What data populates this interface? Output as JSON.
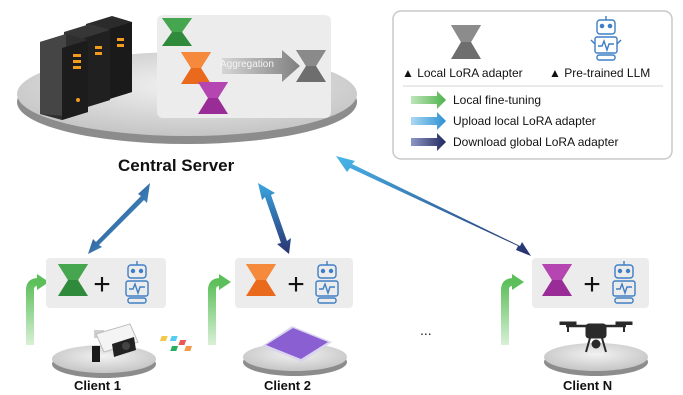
{
  "server": {
    "title": "Central Server",
    "aggregation_label": "Aggregation"
  },
  "legend": {
    "adapter_label": "▲ Local LoRA adapter",
    "llm_label": "▲ Pre-trained LLM",
    "arrows": [
      {
        "label": "Local fine-tuning",
        "color": "#5cbf5a"
      },
      {
        "label": "Upload local LoRA adapter",
        "color": "#3f9ed8"
      },
      {
        "label": "Download global LoRA adapter",
        "color": "#28306e"
      }
    ]
  },
  "clients": [
    {
      "name": "Client 1",
      "adapter_color": "#2f8a3b",
      "device": "camera-icon"
    },
    {
      "name": "Client 2",
      "adapter_color": "#ea6a1d",
      "device": "smartphone-icon"
    },
    {
      "name": "Client N",
      "adapter_color": "#9a2c98",
      "device": "drone-icon"
    }
  ],
  "ellipsis": "...",
  "plus": "+",
  "colors": {
    "global_adapter": "#7a7a7a",
    "green": "#2f8a3b",
    "orange": "#ea6a1d",
    "purple": "#9a2c98",
    "robot": "#3e7ec4"
  }
}
